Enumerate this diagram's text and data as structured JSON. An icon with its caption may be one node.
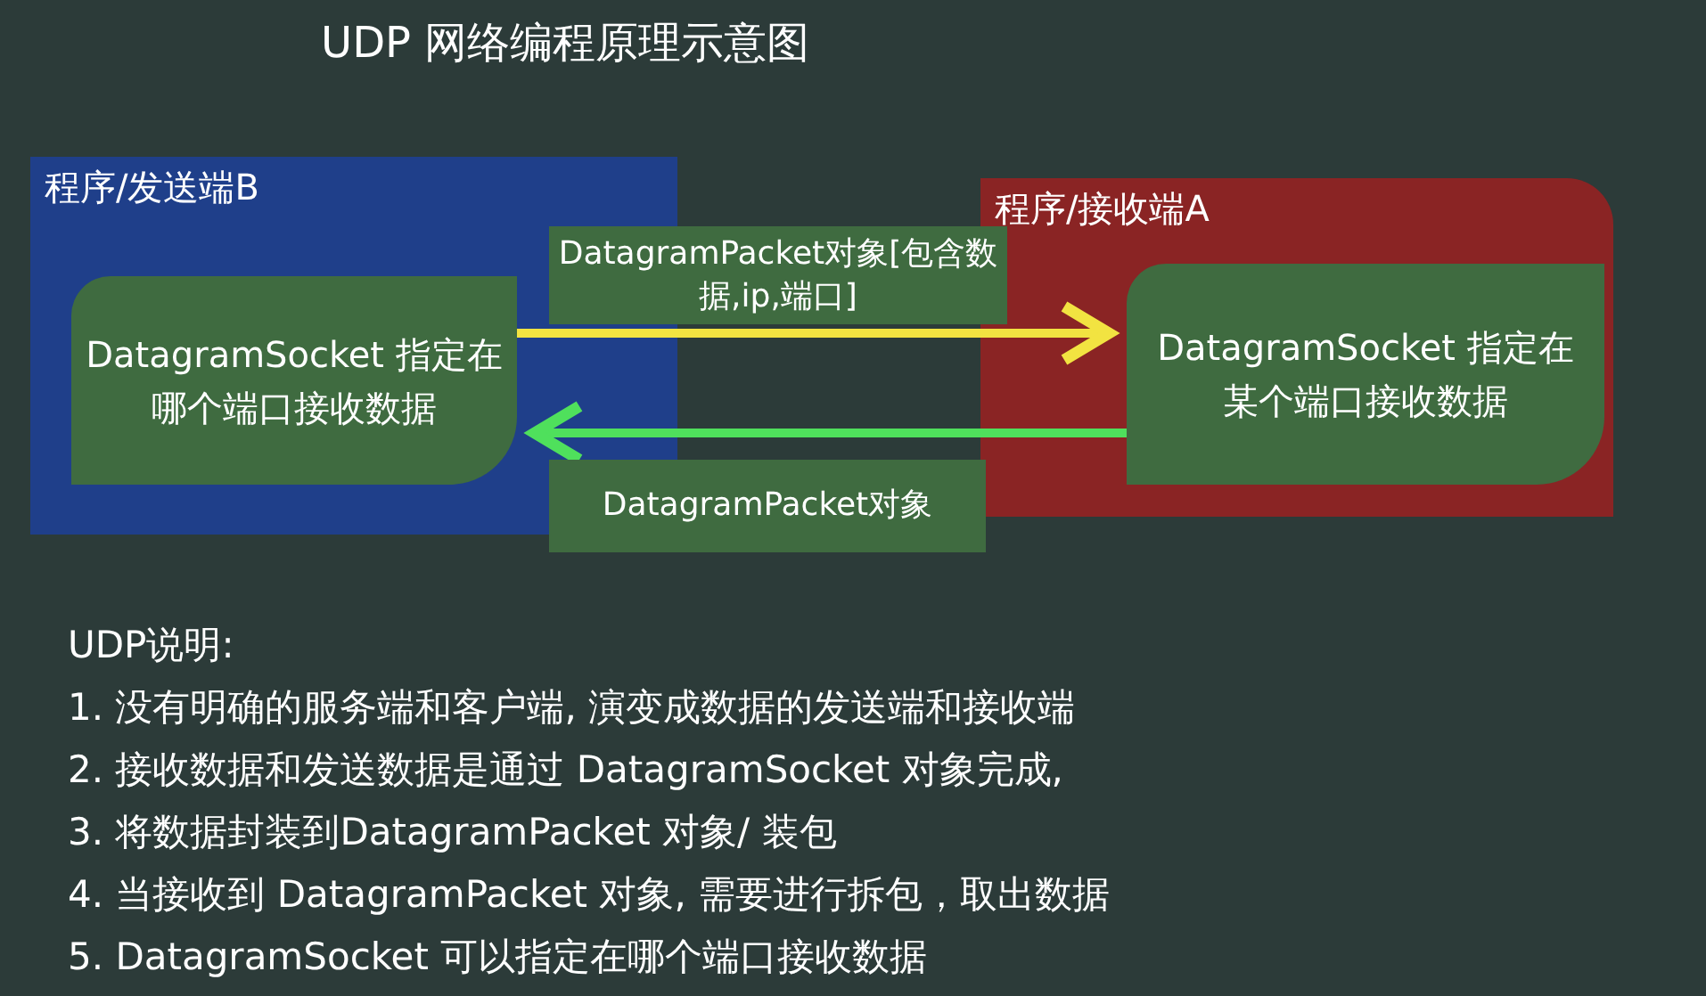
{
  "diagram": {
    "title": "UDP 网络编程原理示意图",
    "nodes": [
      {
        "text": [
          "程序/发送端B"
        ]
      },
      {
        "text": [
          "DatagramSocket 指定在哪个端口接收数据"
        ],
        "in": 0
      },
      {
        "text": [
          "程序/接收端A"
        ]
      },
      {
        "text": [
          "DatagramSocket 指定在某个端口接收数据"
        ],
        "in": 2
      }
    ],
    "edges": [
      {
        "from": 1,
        "to": 3,
        "arrow": "to",
        "label": "DatagramPacket对象[包含数据,ip,端口]",
        "color": "#f2e341"
      },
      {
        "from": 3,
        "to": 1,
        "arrow": "to",
        "label": "DatagramPacket对象",
        "color": "#4fe05c"
      }
    ],
    "labels": [
      "UDP说明:",
      "1. 没有明确的服务端和客户端, 演变成数据的发送端和接收端",
      "2. 接收数据和发送数据是通过 DatagramSocket 对象完成,",
      "3. 将数据封装到DatagramPacket 对象/ 装包",
      "4. 当接收到 DatagramPacket 对象, 需要进行拆包，取出数据",
      "5. DatagramSocket 可以指定在哪个端口接收数据"
    ]
  }
}
